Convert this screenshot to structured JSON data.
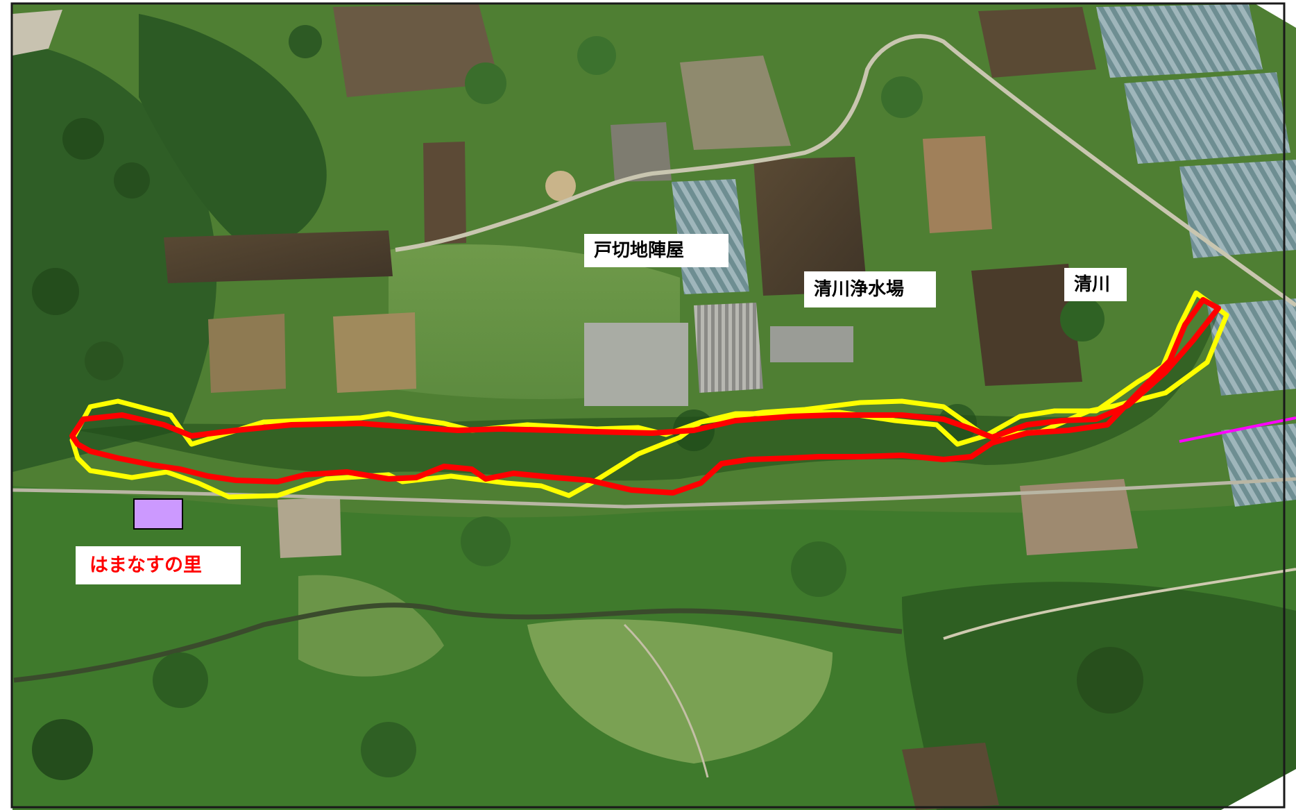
{
  "map": {
    "type": "aerial photograph with overlaid boundaries",
    "colors": {
      "inner_boundary": "#ff0000",
      "outer_boundary": "#ffff00",
      "connector_line": "#ff00ff",
      "facility_marker": "#cc99ff",
      "facility_label_text": "#ff0000",
      "map_label_text": "#000000"
    },
    "labels": {
      "tokiri_jinya": "戸切地陣屋",
      "kiyokawa_water_plant": "清川浄水場",
      "kiyokawa": "清川",
      "hamanasu_no_sato": "はまなすの里"
    }
  }
}
